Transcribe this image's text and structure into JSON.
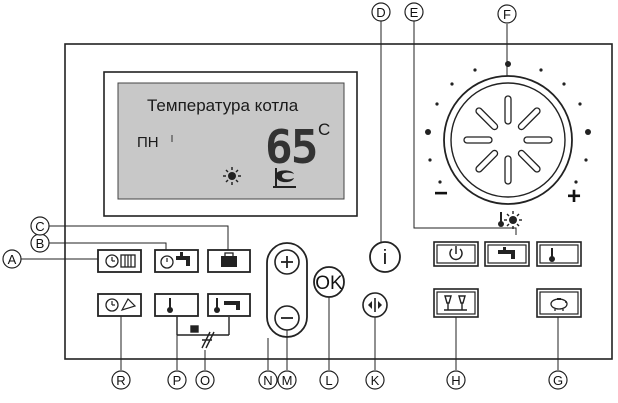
{
  "display": {
    "title": "Температура котла",
    "day": "ПН",
    "temperature": "65",
    "unit": "C"
  },
  "controls": {
    "ok_label": "OK",
    "info_label": "i",
    "plus_sign": "+",
    "minus_sign": "−"
  },
  "callouts": {
    "A": "A",
    "B": "B",
    "C": "C",
    "D": "D",
    "E": "E",
    "F": "F",
    "G": "G",
    "H": "H",
    "K": "K",
    "L": "L",
    "M": "M",
    "N": "N",
    "O": "O",
    "P": "P",
    "R": "R"
  },
  "icons": [
    "clock-program-icon",
    "dhw-tap-icon",
    "suitcase-icon",
    "info-icon",
    "power-icon",
    "thermometer-moon-icon",
    "thermometer-sun-icon",
    "sun-icon",
    "flame-icon",
    "glasses-icon",
    "piggy-bank-icon",
    "separator-icon",
    "ok-icon"
  ]
}
